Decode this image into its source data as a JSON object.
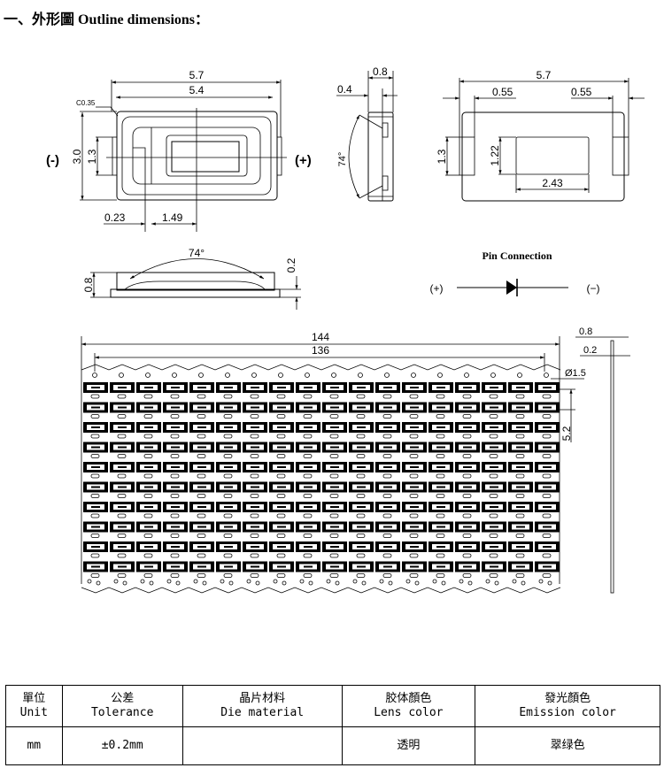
{
  "title": "一、外形圖 Outline dimensions：",
  "top_view": {
    "dim_total_width": "5.7",
    "dim_inner_width": "5.4",
    "chamfer": "C0.35",
    "dim_height": "3.0",
    "dim_pad": "1.3",
    "dim_offset_a": "0.23",
    "dim_offset_b": "1.49",
    "cathode_label": "(-)",
    "anode_label": "(+)"
  },
  "side_view": {
    "dim_thickness": "0.8",
    "dim_lens": "0.4",
    "angle": "74°"
  },
  "bottom_view": {
    "dim_total_width": "5.7",
    "dim_pad_left": "0.55",
    "dim_pad_right": "0.55",
    "dim_pad_height": "1.3",
    "dim_window_height": "1.22",
    "dim_window_width": "2.43"
  },
  "front_view": {
    "angle": "74°",
    "dim_height": "0.8",
    "dim_step": "0.2"
  },
  "pin_connection": {
    "title": "Pin Connection",
    "anode": "(+)",
    "cathode": "(−)"
  },
  "tape": {
    "dim_total": "144",
    "dim_pitch_span": "136",
    "dim_hole": "Ø1.5",
    "dim_row_pitch": "5.2",
    "dim_thickness": "0.8",
    "dim_base": "0.2",
    "columns": 18,
    "rows": 10
  },
  "spec_table": {
    "headers": [
      {
        "zh": "單位",
        "en": "Unit"
      },
      {
        "zh": "公差",
        "en": "Tolerance"
      },
      {
        "zh": "晶片材料",
        "en": "Die material"
      },
      {
        "zh": "胶体顏色",
        "en": "Lens color"
      },
      {
        "zh": "發光顏色",
        "en": "Emission color"
      }
    ],
    "values": [
      "mm",
      "±0.2mm",
      "",
      "透明",
      "翠绿色"
    ]
  }
}
